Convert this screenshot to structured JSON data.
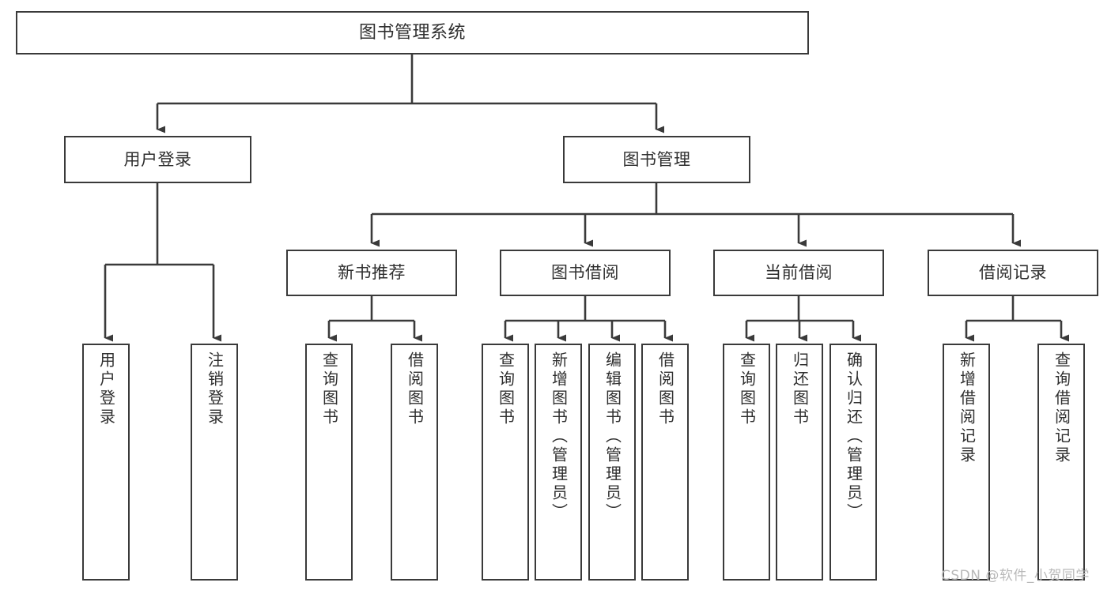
{
  "diagram": {
    "title": "图书管理系统",
    "type": "tree-hierarchy",
    "orientation": "top-down",
    "colors": {
      "box_border": "#3a3a3a",
      "box_fill": "#ffffff",
      "connector": "#3a3a3a",
      "text": "#2f2f2f",
      "watermark": "#b9b9b9",
      "background": "#ffffff"
    }
  },
  "root": {
    "label": "图书管理系统"
  },
  "level2": [
    {
      "id": "user-login",
      "label": "用户登录"
    },
    {
      "id": "book-manage",
      "label": "图书管理"
    }
  ],
  "level3": [
    {
      "id": "new-book-recommend",
      "label": "新书推荐"
    },
    {
      "id": "book-borrow",
      "label": "图书借阅"
    },
    {
      "id": "current-borrow",
      "label": "当前借阅"
    },
    {
      "id": "borrow-record",
      "label": "借阅记录"
    }
  ],
  "leaves": {
    "user_login": [
      {
        "id": "leaf-user-login",
        "label": "用户登录"
      },
      {
        "id": "leaf-logout-login",
        "label": "注销登录"
      }
    ],
    "new_book_recommend": [
      {
        "id": "leaf-query-book-1",
        "label": "查询图书"
      },
      {
        "id": "leaf-borrow-book-1",
        "label": "借阅图书"
      }
    ],
    "book_borrow": [
      {
        "id": "leaf-query-book-2",
        "label": "查询图书"
      },
      {
        "id": "leaf-add-book",
        "label": "新增图书（管理员）"
      },
      {
        "id": "leaf-edit-book",
        "label": "编辑图书（管理员）"
      },
      {
        "id": "leaf-borrow-book-2",
        "label": "借阅图书"
      }
    ],
    "current_borrow": [
      {
        "id": "leaf-query-book-3",
        "label": "查询图书"
      },
      {
        "id": "leaf-return-book",
        "label": "归还图书"
      },
      {
        "id": "leaf-confirm-return",
        "label": "确认归还（管理员）"
      }
    ],
    "borrow_record": [
      {
        "id": "leaf-add-record",
        "label": "新增借阅记录"
      },
      {
        "id": "leaf-query-record",
        "label": "查询借阅记录"
      }
    ]
  },
  "watermark": {
    "text": "CSDN @软件_小贺同学"
  }
}
